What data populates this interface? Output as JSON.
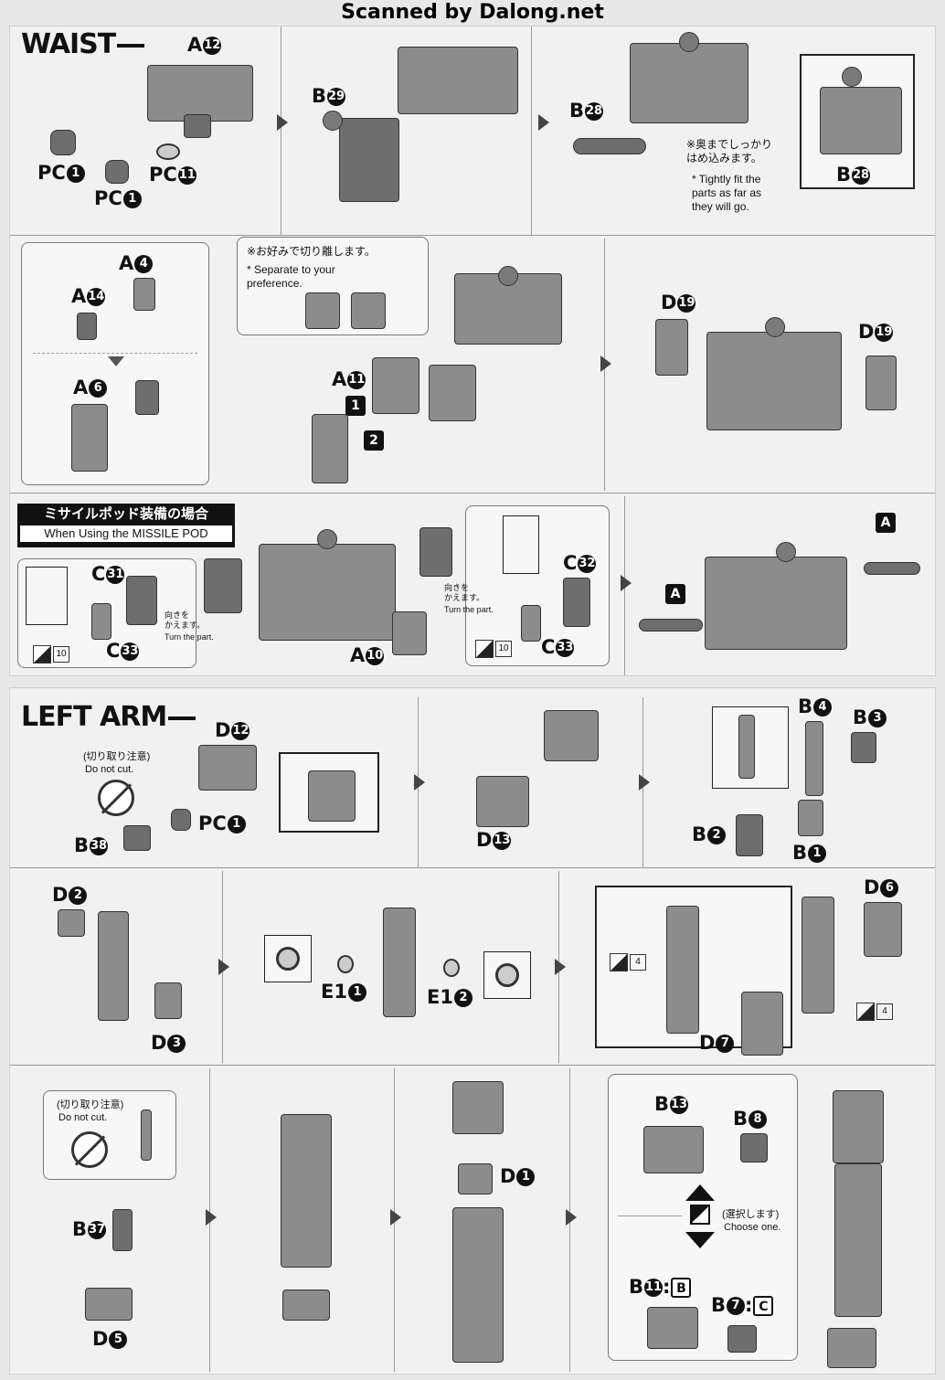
{
  "scan_credit": "Scanned by Dalong.net",
  "waist": {
    "title": "WAIST",
    "row1": {
      "a12": "A",
      "a12_n": "12",
      "pc1a": "PC",
      "pc1a_n": "1",
      "pc1b": "PC",
      "pc1b_n": "1",
      "pc11": "PC",
      "pc11_n": "11",
      "b29": "B",
      "b29_n": "29",
      "b28": "B",
      "b28_n": "28",
      "b28b": "B",
      "b28b_n": "28",
      "note_jp_1": "※奥までしっかり",
      "note_jp_2": "はめ込みます。",
      "note_en_1": "* Tightly fit the",
      "note_en_2": "parts as far as",
      "note_en_3": "they will go."
    },
    "row2": {
      "a4": "A",
      "a4_n": "4",
      "a14": "A",
      "a14_n": "14",
      "a6": "A",
      "a6_n": "6",
      "sep_jp": "※お好みで切り離します。",
      "sep_en_1": "* Separate to your",
      "sep_en_2": "preference.",
      "a11": "A",
      "a11_n": "11",
      "step1": "1",
      "step2": "2",
      "d19a": "D",
      "d19a_n": "19",
      "d19b": "D",
      "d19b_n": "19"
    },
    "row3": {
      "header_jp": "ミサイルポッド装備の場合",
      "header_en": "When Using the MISSILE POD",
      "c31": "C",
      "c31_n": "31",
      "c33a": "C",
      "c33a_n": "33",
      "turn_jp_a": "向きを",
      "turn_jp_b": "かえます。",
      "turn_en": "Turn the part.",
      "ref10a": "10",
      "a10": "A",
      "a10_n": "10",
      "turn2_jp_a": "向きを",
      "turn2_jp_b": "かえます。",
      "turn2_en": "Turn the part.",
      "c32": "C",
      "c32_n": "32",
      "c33b": "C",
      "c33b_n": "33",
      "ref10b": "10",
      "mark_a1": "A",
      "mark_a2": "A"
    }
  },
  "left_arm": {
    "title": "LEFT ARM",
    "row1": {
      "d12": "D",
      "d12_n": "12",
      "nocut_jp": "(切り取り注意)",
      "nocut_en": "Do not cut.",
      "b38": "B",
      "b38_n": "38",
      "pc1": "PC",
      "pc1_n": "1",
      "d13": "D",
      "d13_n": "13",
      "b4": "B",
      "b4_n": "4",
      "b3": "B",
      "b3_n": "3",
      "b2": "B",
      "b2_n": "2",
      "b1": "B",
      "b1_n": "1"
    },
    "row2": {
      "d2": "D",
      "d2_n": "2",
      "d3": "D",
      "d3_n": "3",
      "e1_1": "E1",
      "e1_1_n": "1",
      "e1_2": "E1",
      "e1_2_n": "2",
      "ref4a": "4",
      "ref4b": "4",
      "d6": "D",
      "d6_n": "6",
      "d7": "D",
      "d7_n": "7"
    },
    "row3": {
      "nocut_jp": "(切り取り注意)",
      "nocut_en": "Do not cut.",
      "b37": "B",
      "b37_n": "37",
      "d5": "D",
      "d5_n": "5",
      "d1": "D",
      "d1_n": "1",
      "b13": "B",
      "b13_n": "13",
      "b8": "B",
      "b8_n": "8",
      "choose_jp": "(選択します)",
      "choose_en": "Choose one.",
      "b11": "B",
      "b11_n": "11",
      "b11_mark": "B",
      "b7": "B",
      "b7_n": "7",
      "b7_mark": "C"
    }
  }
}
